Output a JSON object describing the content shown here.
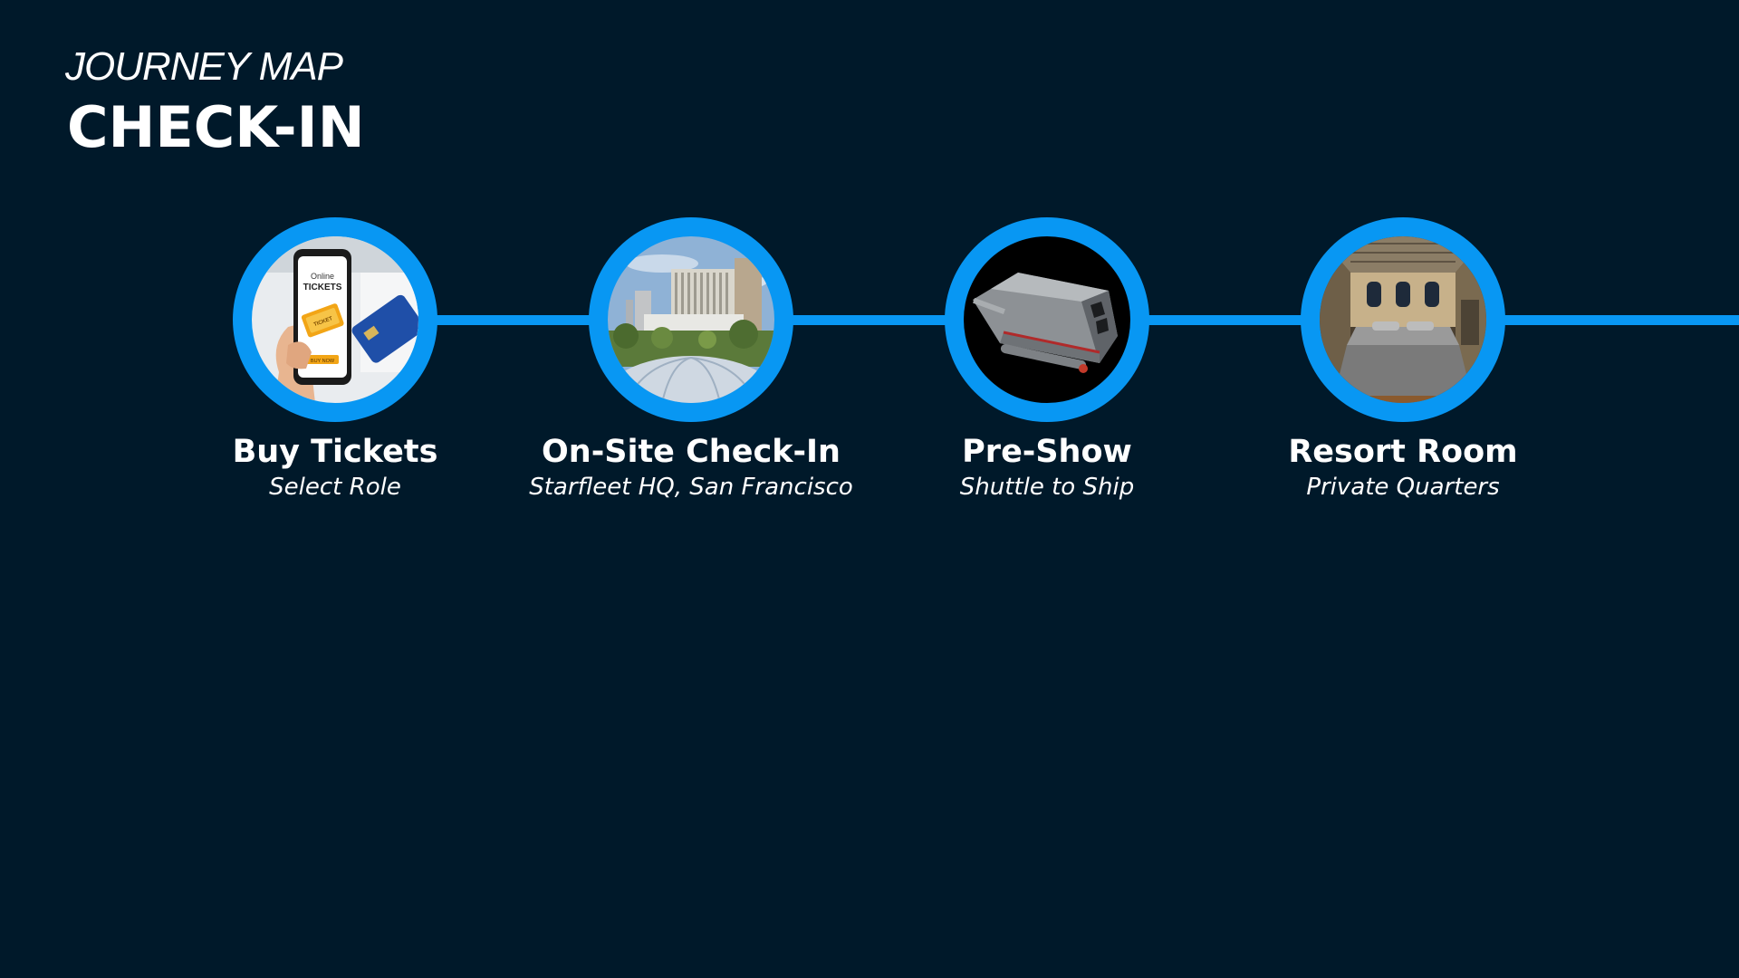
{
  "header": {
    "eyebrow": "JOURNEY MAP",
    "title": "CHECK-IN"
  },
  "colors": {
    "background": "#00192a",
    "accent": "#0897f3",
    "text": "#ffffff"
  },
  "steps": [
    {
      "title": "Buy Tickets",
      "subtitle": "Select Role",
      "image_icon": "online-tickets-phone-icon",
      "image_text": {
        "line1": "Online",
        "line2": "TICKETS",
        "ticket": "TICKET",
        "button": "BUY NOW"
      }
    },
    {
      "title": "On-Site Check-In",
      "subtitle": "Starfleet HQ, San Francisco",
      "image_icon": "starfleet-hq-building-icon"
    },
    {
      "title": "Pre-Show",
      "subtitle": "Shuttle to Ship",
      "image_icon": "shuttlecraft-icon"
    },
    {
      "title": "Resort Room",
      "subtitle": "Private Quarters",
      "image_icon": "private-quarters-room-icon"
    }
  ]
}
